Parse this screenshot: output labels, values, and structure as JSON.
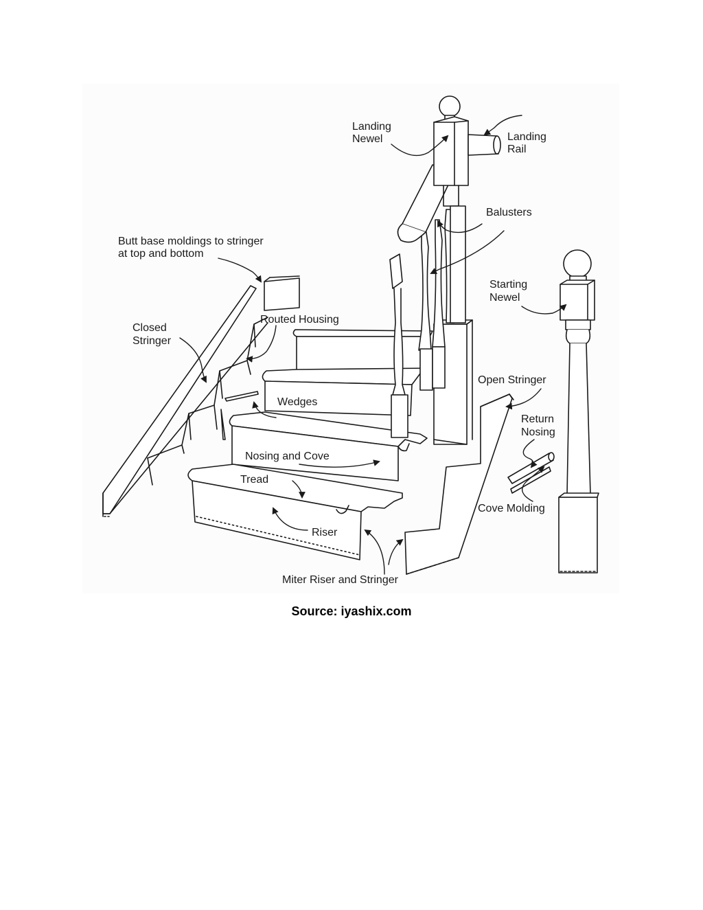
{
  "labels": {
    "landing_newel": [
      "Landing",
      "Newel"
    ],
    "landing_rail": [
      "Landing",
      "Rail"
    ],
    "balusters": "Balusters",
    "butt_base": [
      "Butt base moldings to stringer",
      "at top and bottom"
    ],
    "starting_newel": [
      "Starting",
      "Newel"
    ],
    "routed_housing": "Routed Housing",
    "closed_stringer": [
      "Closed",
      "Stringer"
    ],
    "open_stringer": "Open Stringer",
    "wedges": "Wedges",
    "return_nosing": [
      "Return",
      "Nosing"
    ],
    "nosing_and_cove": "Nosing and Cove",
    "tread": "Tread",
    "cove_molding": "Cove Molding",
    "riser": "Riser",
    "miter_riser_stringer": "Miter Riser and Stringer"
  },
  "source": "Source: iyashix.com"
}
